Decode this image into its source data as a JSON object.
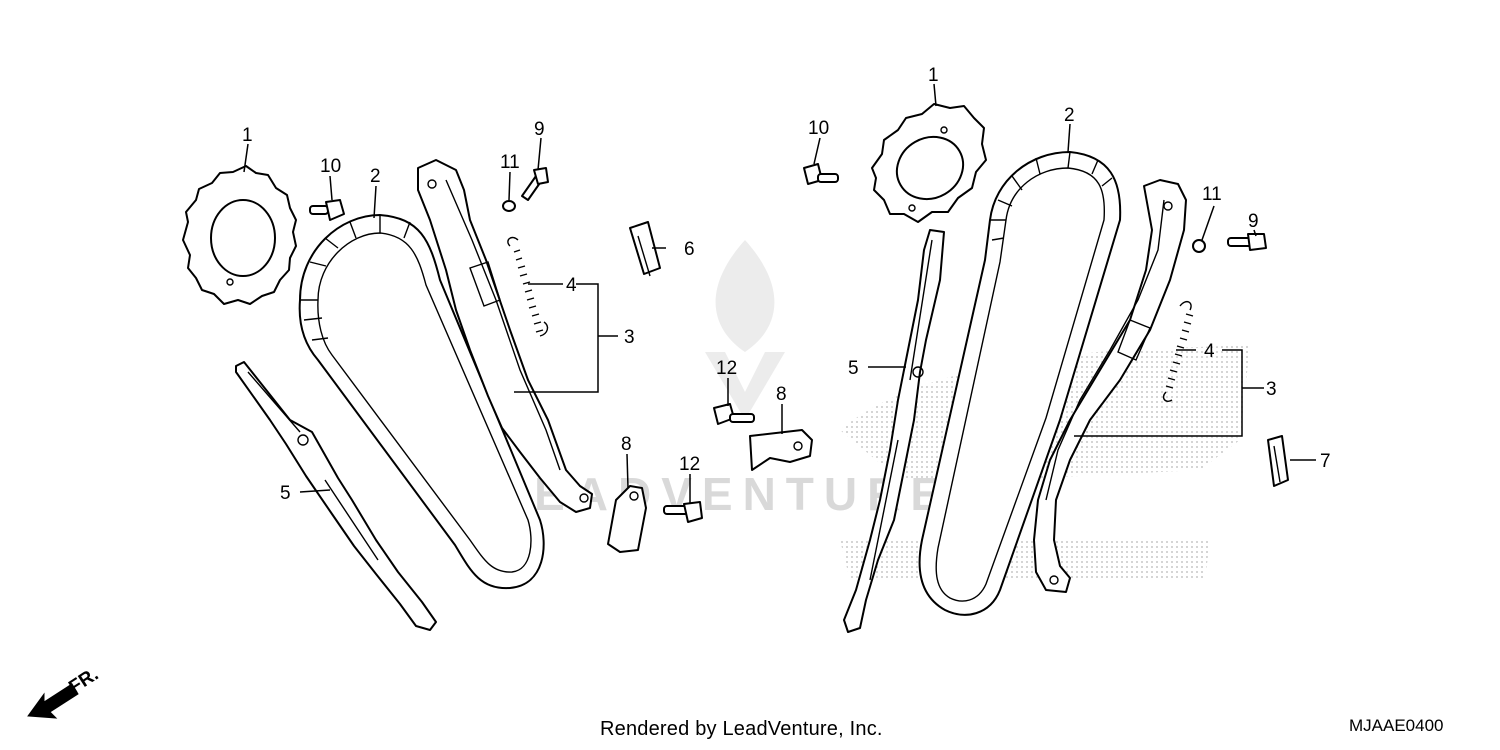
{
  "diagram": {
    "watermark_text": "LEADVENTURE",
    "footer_credit": "Rendered by LeadVenture, Inc.",
    "diagram_code": "MJAAE0400",
    "front_marker": "FR.",
    "left_assembly": {
      "callouts": {
        "c1": "1",
        "c2": "2",
        "c3": "3",
        "c4": "4",
        "c5": "5",
        "c6": "6",
        "c8a": "8",
        "c8b": "8",
        "c9": "9",
        "c10": "10",
        "c11": "11",
        "c12a": "12",
        "c12b": "12"
      }
    },
    "right_assembly": {
      "callouts": {
        "c1": "1",
        "c2": "2",
        "c3": "3",
        "c4": "4",
        "c5": "5",
        "c7": "7",
        "c9": "9",
        "c10": "10",
        "c11": "11"
      }
    }
  }
}
